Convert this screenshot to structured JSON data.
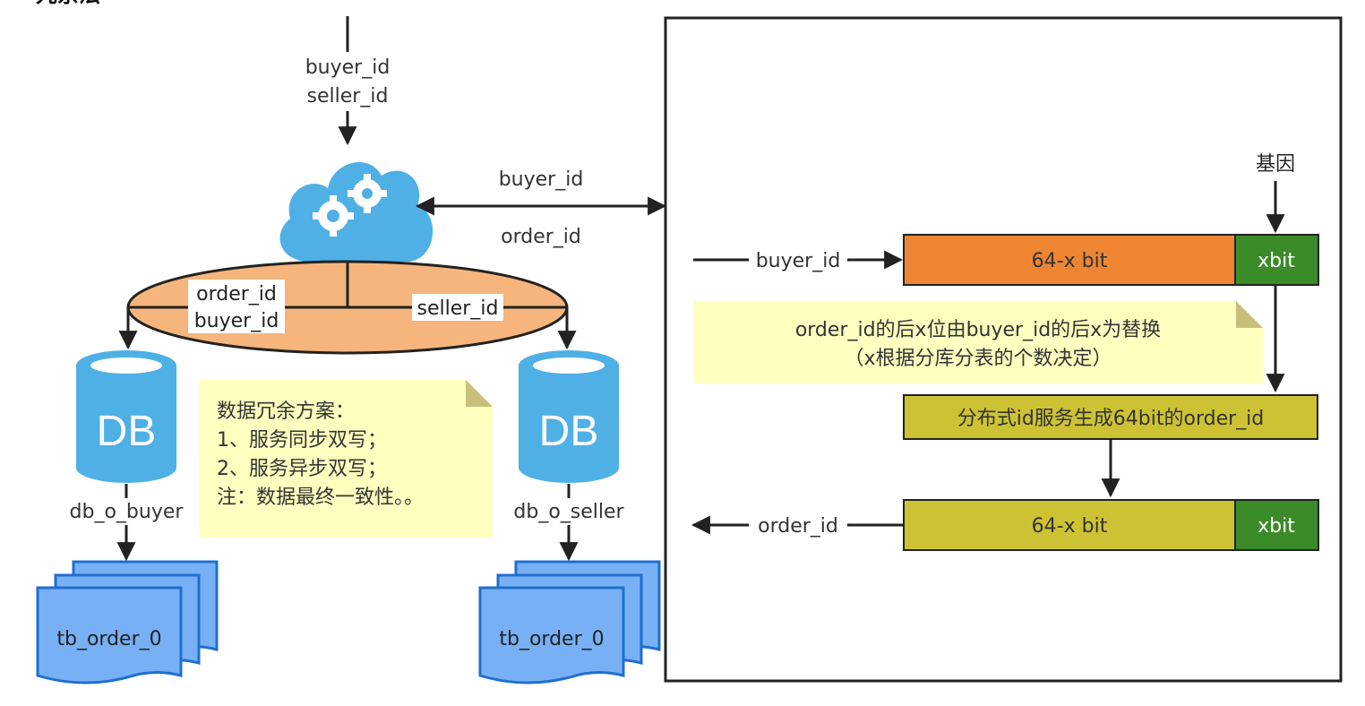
{
  "page_title": "冗余法",
  "left": {
    "input_labels": [
      "buyer_id",
      "seller_id"
    ],
    "bidir_labels": {
      "top": "buyer_id",
      "bottom": "order_id"
    },
    "router_labels": {
      "left": [
        "order_id",
        "buyer_id"
      ],
      "right": "seller_id"
    },
    "db_left": {
      "icon_text": "DB",
      "label": "db_o_buyer",
      "table": "tb_order_0"
    },
    "db_right": {
      "icon_text": "DB",
      "label": "db_o_seller",
      "table": "tb_order_0"
    },
    "note": {
      "lines": [
        "数据冗余方案：",
        "1、服务同步双写；",
        "2、服务异步双写；",
        "注：数据最终一致性。。"
      ]
    }
  },
  "right": {
    "gene_label": "基因",
    "input_label": "buyer_id",
    "bits_top": {
      "main": "64-x bit",
      "tail": "xbit"
    },
    "note": {
      "lines": [
        "order_id的后x位由buyer_id的后x为替换",
        "（x根据分库分表的个数决定）"
      ]
    },
    "service_label": "分布式id服务生成64bit的order_id",
    "bits_bottom": {
      "main": "64-x bit",
      "tail": "xbit"
    },
    "output_label": "order_id"
  },
  "colors": {
    "cloud": "#4fb0e6",
    "router": "#f5b57c",
    "db": "#4fb0e6",
    "doc": "#77b0f5",
    "doc_stroke": "#1f6fd0",
    "note": "#ffffc0",
    "orange": "#ee8533",
    "green": "#3b8b28",
    "olive": "#cdc234"
  }
}
